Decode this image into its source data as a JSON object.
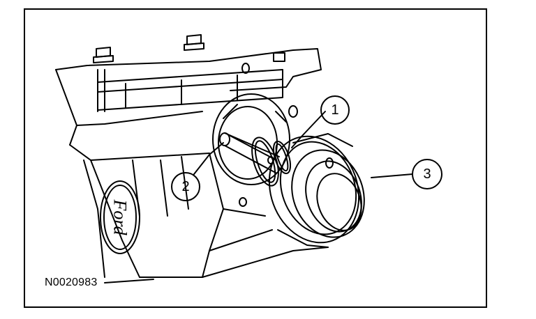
{
  "figure": {
    "id": "N0020983",
    "brand_logo_text": "Ford",
    "callouts": [
      {
        "number": "1",
        "part": "o-rings"
      },
      {
        "number": "2",
        "part": "shaft"
      },
      {
        "number": "3",
        "part": "pump-assembly"
      }
    ]
  },
  "colors": {
    "line": "#000000",
    "background": "#ffffff"
  }
}
